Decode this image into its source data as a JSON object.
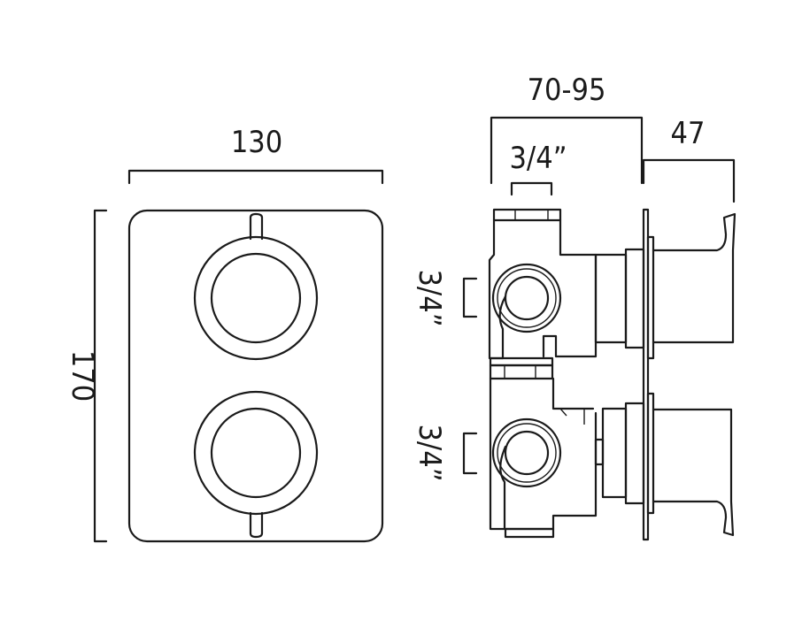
{
  "front_view": {
    "width_label": "130",
    "height_label": "170"
  },
  "side_view": {
    "depth_label": "70-95",
    "handle_projection_label": "47",
    "top_connection_label": "3/4”",
    "upper_inlet_label": "3/4”",
    "lower_inlet_label": "3/4”"
  },
  "colors": {
    "line": "#1a1a1a",
    "background": "#ffffff"
  }
}
